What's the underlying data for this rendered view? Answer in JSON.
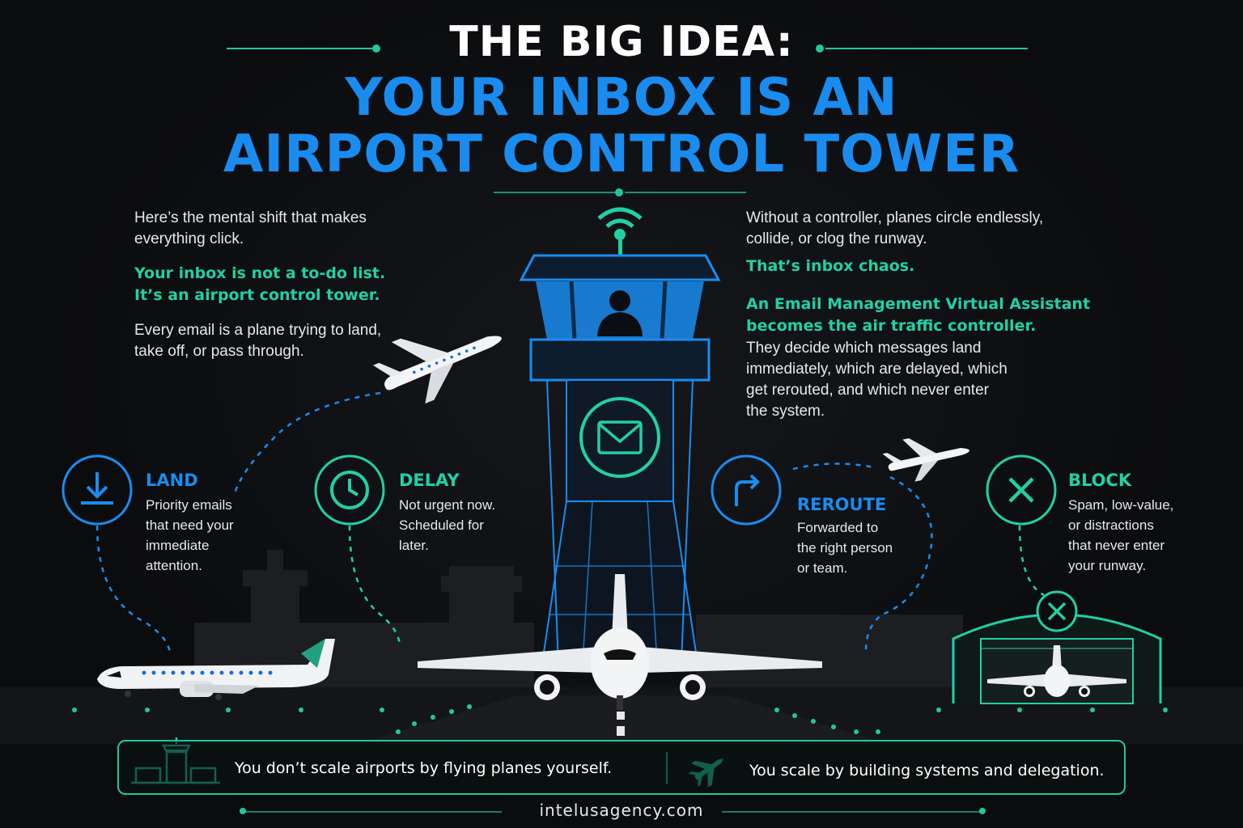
{
  "header": {
    "line1": "THE BIG IDEA:",
    "line2a": "YOUR INBOX IS AN",
    "line2b": "AIRPORT CONTROL TOWER"
  },
  "left_text": {
    "intro": [
      "Here’s the mental shift that makes",
      "everything click."
    ],
    "highlight": [
      "Your inbox is not a to-do list.",
      "It’s an airport control tower."
    ],
    "body": [
      "Every email is a plane trying to land,",
      "take off, or pass through."
    ]
  },
  "right_text": {
    "intro": [
      "Without a controller, planes circle endlessly,",
      "collide, or clog the runway."
    ],
    "chaos": "That’s inbox chaos.",
    "highlight": [
      "An Email Management Virtual Assistant",
      "becomes the air traffic controller."
    ],
    "body": [
      "They decide which messages land",
      "immediately, which are delayed, which",
      "get rerouted, and which never enter",
      "the system."
    ]
  },
  "categories": [
    {
      "title": "LAND",
      "desc": [
        "Priority emails",
        "that need your",
        "immediate",
        "attention."
      ],
      "icon": "download-icon",
      "color": "#1a8cf0"
    },
    {
      "title": "DELAY",
      "desc": [
        "Not urgent now.",
        "Scheduled for",
        "later."
      ],
      "icon": "clock-icon",
      "color": "#22d0a4"
    },
    {
      "title": "REROUTE",
      "desc": [
        "Forwarded to",
        "the right person",
        "or team."
      ],
      "icon": "reroute-arrow-icon",
      "color": "#1a8cf0"
    },
    {
      "title": "BLOCK",
      "desc": [
        "Spam, low-value,",
        "or distractions",
        "that never enter",
        "your runway."
      ],
      "icon": "x-icon",
      "color": "#22d0a4"
    }
  ],
  "footer": {
    "left": "You don’t scale airports by flying planes yourself.",
    "right": "You scale by building systems and delegation.",
    "website": "intelusagency.com"
  },
  "colors": {
    "blue": "#1a8cf0",
    "teal": "#22d0a4",
    "background": "#0b0c0e"
  }
}
